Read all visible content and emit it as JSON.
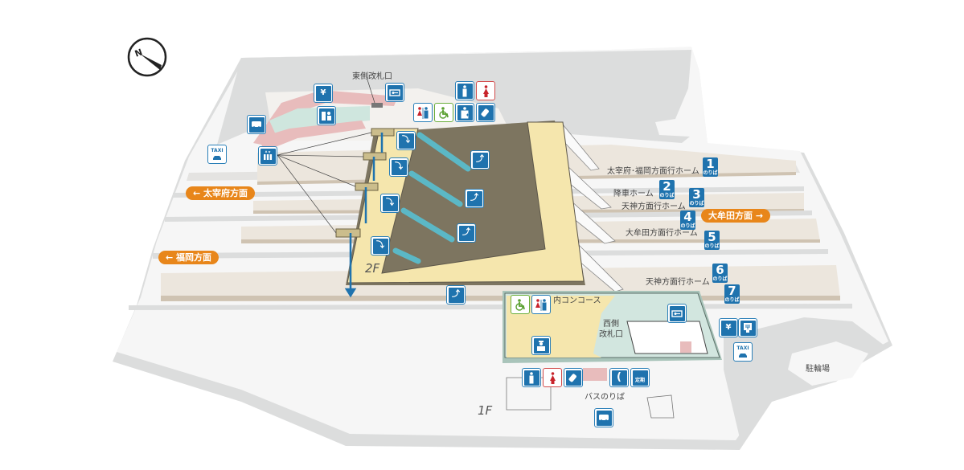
{
  "map": {
    "floors": {
      "upper": "2F",
      "lower": "1F"
    },
    "compass": {
      "icon": "north-arrow-compass-icon",
      "letter": "N"
    },
    "labels": {
      "east_gate": "東側改札口",
      "west_gate_line1": "西側",
      "west_gate_line2": "改札口",
      "inner_concourse": "内コンコース",
      "bus_stop": "バスのりば",
      "bicycle_parking": "駐輪場"
    },
    "directions": [
      {
        "label": "← 太宰府方面",
        "color": "#e8861a"
      },
      {
        "label": "← 福岡方面",
        "color": "#e8861a"
      },
      {
        "label": "大牟田方面 →",
        "color": "#e8861a"
      }
    ],
    "platforms": [
      {
        "number": "1",
        "sub": "のりば",
        "name": "太宰府･福岡方面行ホーム"
      },
      {
        "number": "2",
        "sub": "のりば",
        "name": "降車ホーム"
      },
      {
        "number": "3",
        "sub": "のりば",
        "name": "天神方面行ホーム"
      },
      {
        "number": "4",
        "sub": "のりば",
        "name": ""
      },
      {
        "number": "5",
        "sub": "のりば",
        "name": "大牟田方面行ホーム"
      },
      {
        "number": "6",
        "sub": "のりば",
        "name": "天神方面行ホーム"
      },
      {
        "number": "7",
        "sub": "のりば",
        "name": ""
      }
    ],
    "icons": {
      "taxi_text": "TAXI",
      "commuter_pass_text": "定期",
      "atm_symbol": "¥"
    },
    "colors": {
      "icon_blue": "#1f73ae",
      "women_red": "#c8242b",
      "accessible_green": "#5aa031",
      "concourse_yellow": "#f5e6ad",
      "gate_area_teal": "#d2e6df",
      "platform_beige": "#ece6dd",
      "ground_gray": "#dcdddd",
      "direction_orange": "#e8861a"
    }
  }
}
